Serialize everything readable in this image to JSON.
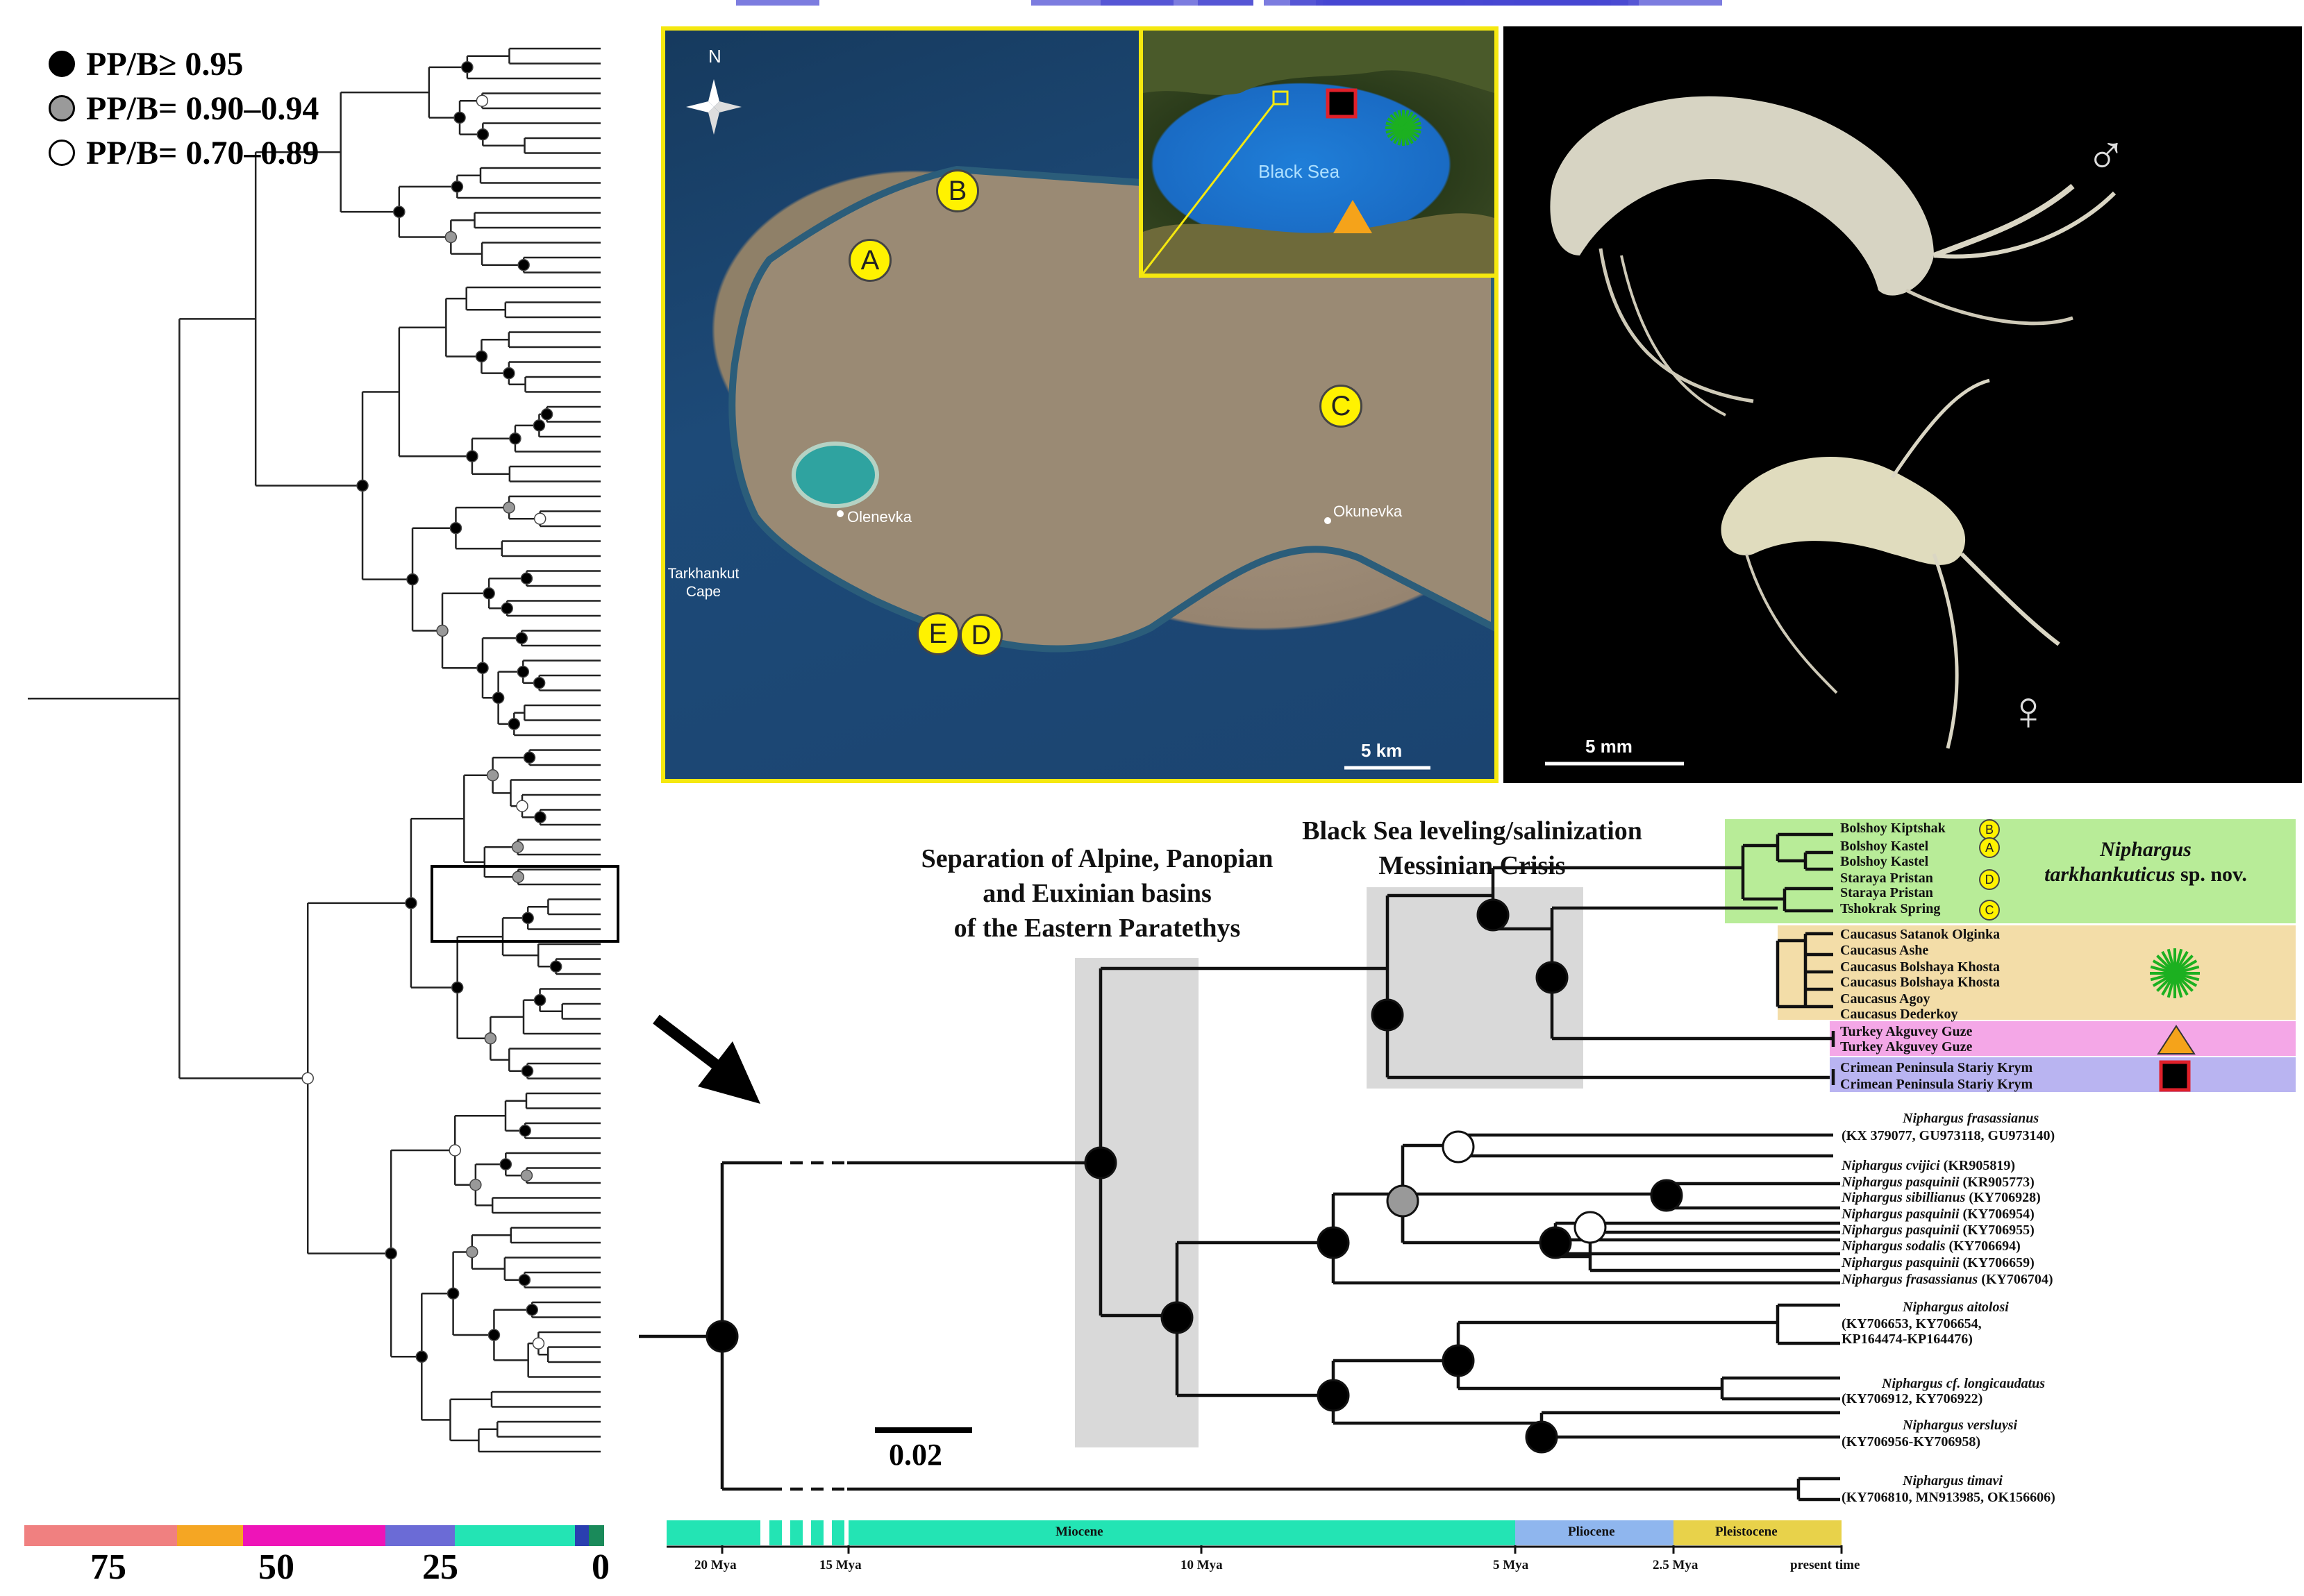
{
  "legend": {
    "items": [
      {
        "label": "PP/B≥ 0.95",
        "fill": "#000000"
      },
      {
        "label": "PP/B= 0.90–0.94",
        "fill": "#9a9a9a"
      },
      {
        "label": "PP/B= 0.70–0.89",
        "fill": "#ffffff"
      }
    ]
  },
  "left_axis": {
    "ticks": [
      "75",
      "50",
      "25",
      "0"
    ]
  },
  "left_colorbar": [
    "#f08080",
    "#f5a623",
    "#ee14b8",
    "#6b6bd6",
    "#23e4b4",
    "#2a3fb0",
    "#1a8a5a"
  ],
  "map": {
    "north": "N",
    "sites": [
      "A",
      "B",
      "C",
      "D",
      "E"
    ],
    "towns": [
      "Olenevka",
      "Okunevka",
      "Tarkhankut Cape"
    ],
    "scalebar": "5 km",
    "inset_label": "Black Sea"
  },
  "photo": {
    "male": "♂",
    "female": "♀",
    "scalebar": "5 mm"
  },
  "headers": {
    "h1": [
      "Separation of Alpine, Panopian",
      "and Euxinian basins",
      "of the Eastern Paratethys"
    ],
    "h2": [
      "Black Sea leveling/salinization",
      "Messinian Crisis"
    ]
  },
  "taxa": {
    "new_species": [
      "Bolshoy Kiptshak",
      "Bolshoy Kastel",
      "Bolshoy Kastel",
      "Staraya Pristan",
      "Staraya Pristan",
      "Tshokrak Spring"
    ],
    "new_species_sites": [
      "B",
      "A",
      "",
      "D",
      "",
      "C"
    ],
    "new_species_name": [
      "Niphargus",
      "tarkhankuticus",
      "sp. nov."
    ],
    "caucasus": [
      "Caucasus Satanok Olginka",
      "Caucasus Ashe",
      "Caucasus Bolshaya Khosta",
      "Caucasus Bolshaya Khosta",
      "Caucasus Agoy",
      "Caucasus Dederkoy"
    ],
    "turkey": [
      "Turkey Akguvey Guze",
      "Turkey Akguvey Guze"
    ],
    "crimea": [
      "Crimean Peninsula Stariy Krym",
      "Crimean Peninsula Stariy Krym"
    ],
    "others": [
      {
        "name": "Niphargus frasassianus",
        "acc": ""
      },
      {
        "name": "",
        "acc": "(KX 379077, GU973118, GU973140)"
      },
      {
        "name": "Niphargus cvijici",
        "acc": "(KR905819)"
      },
      {
        "name": "Niphargus pasquinii",
        "acc": "(KR905773)"
      },
      {
        "name": "Niphargus sibillianus",
        "acc": "(KY706928)"
      },
      {
        "name": "Niphargus pasquinii",
        "acc": "(KY706954)"
      },
      {
        "name": "Niphargus pasquinii",
        "acc": "(KY706955)"
      },
      {
        "name": "Niphargus sodalis",
        "acc": "(KY706694)"
      },
      {
        "name": "Niphargus pasquinii",
        "acc": "(KY706659)"
      },
      {
        "name": "Niphargus frasassianus",
        "acc": "(KY706704)"
      },
      {
        "name": "Niphargus aitolosi",
        "acc": ""
      },
      {
        "name": "",
        "acc": "(KY706653, KY706654,"
      },
      {
        "name": "",
        "acc": "KP164474-KP164476)"
      },
      {
        "name": "Niphargus cf. longicaudatus",
        "acc": ""
      },
      {
        "name": "",
        "acc": "(KY706912, KY706922)"
      },
      {
        "name": "Niphargus versluysi",
        "acc": ""
      },
      {
        "name": "",
        "acc": "(KY706956-KY706958)"
      },
      {
        "name": "Niphargus timavi",
        "acc": ""
      },
      {
        "name": "",
        "acc": "(KY706810, MN913985, OK156606)"
      }
    ]
  },
  "scalebar_tree": "0.02",
  "timescale": {
    "epochs": [
      {
        "name": "Miocene",
        "color": "#23e4b4"
      },
      {
        "name": "Pliocene",
        "color": "#8fb6ee"
      },
      {
        "name": "Pleistocene",
        "color": "#e8d24a"
      }
    ],
    "ticks": [
      "20 Mya",
      "15 Mya",
      "10 Mya",
      "5 Mya",
      "2.5 Mya",
      "present time"
    ]
  }
}
